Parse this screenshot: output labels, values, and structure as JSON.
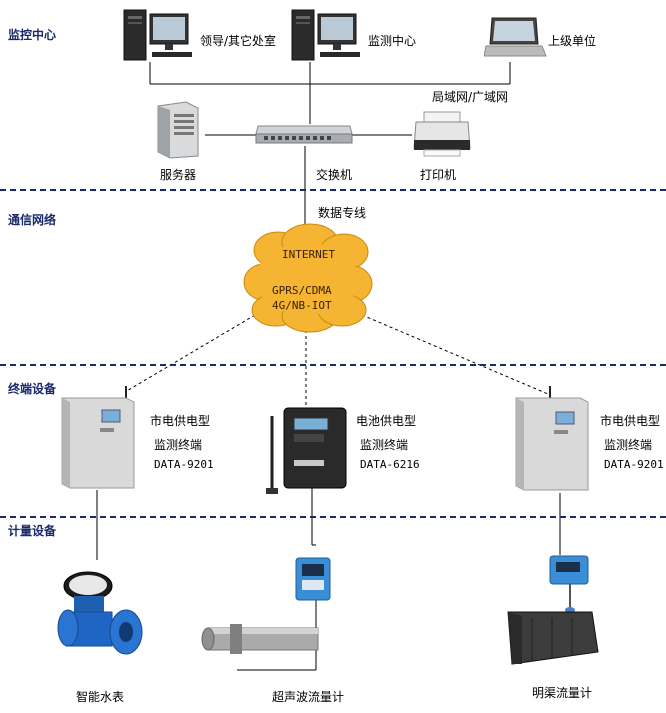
{
  "sections": {
    "monitoring_center": "监控中心",
    "communication_network": "通信网络",
    "terminal_equipment": "终端设备",
    "metering_equipment": "计量设备"
  },
  "monitoring": {
    "leader_pc": "领导/其它处室",
    "monitor_pc": "监测中心",
    "superior_laptop": "上级单位",
    "lan_wan": "局域网/广域网",
    "server": "服务器",
    "switch": "交换机",
    "printer": "打印机"
  },
  "network": {
    "dedicated_line": "数据专线",
    "internet": "INTERNET",
    "gprs": "GPRS/CDMA",
    "nbiot": "4G/NB-IOT"
  },
  "terminals": [
    {
      "line1": "市电供电型",
      "line2": "监测终端",
      "model": "DATA-9201"
    },
    {
      "line1": "电池供电型",
      "line2": "监测终端",
      "model": "DATA-6216"
    },
    {
      "line1": "市电供电型",
      "line2": "监测终端",
      "model": "DATA-9201"
    }
  ],
  "meters": {
    "water_meter": "智能水表",
    "ultrasonic": "超声波流量计",
    "open_channel": "明渠流量计"
  },
  "colors": {
    "section_text": "#1a2a6c",
    "divider": "#1a2a6c",
    "cloud_fill": "#f5b432",
    "cloud_text": "#3a2000"
  }
}
